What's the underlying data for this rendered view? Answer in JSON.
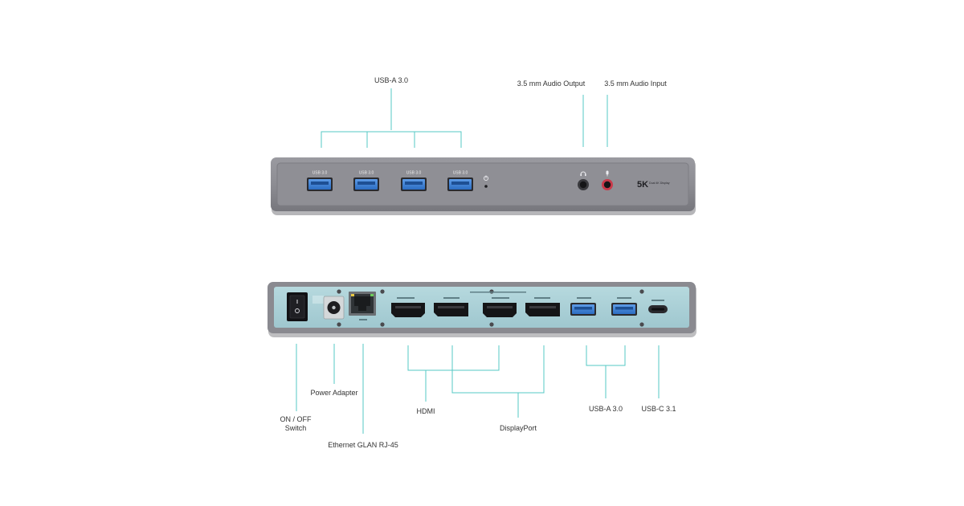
{
  "front": {
    "callout_usb": "USB-A 3.0",
    "callout_audio_out": "3.5 mm Audio Output",
    "callout_audio_in": "3.5 mm Audio Input",
    "port_label": "USB 3.0",
    "port_labels": [
      "USB 3.0",
      "USB 3.0",
      "USB 3.0",
      "USB 3.0"
    ],
    "brand_big": "5K",
    "brand_small": "Dual 4K Display"
  },
  "rear": {
    "callout_switch": "ON / OFF\nSwitch",
    "callout_power": "Power Adapter",
    "callout_ethernet": "Ethernet GLAN RJ-45",
    "callout_hdmi": "HDMI",
    "callout_displayport": "DisplayPort",
    "callout_usb": "USB-A 3.0",
    "callout_usbc": "USB-C 3.1"
  },
  "colors": {
    "accent_line": "#56c8c4",
    "body_gray": "#8a8a8f",
    "rear_panel": "#a9cfd6",
    "usb_blue": "#3f7fd2",
    "audio_in_red": "#c93a4a"
  }
}
